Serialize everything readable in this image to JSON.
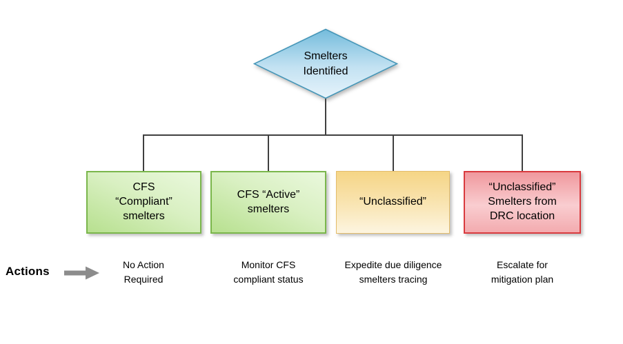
{
  "diagram": {
    "root_label": "Smelters Identified",
    "actions_label": "Actions",
    "branches": [
      {
        "id": "cfs-compliant",
        "box_label": "CFS “Compliant” smelters",
        "action": "No Action Required",
        "box_color": "#b7e08f",
        "border_color": "#7ab64b"
      },
      {
        "id": "cfs-active",
        "box_label": "CFS “Active” smelters",
        "action": "Monitor CFS compliant status",
        "box_color": "#b7e08f",
        "border_color": "#7ab64b"
      },
      {
        "id": "unclassified",
        "box_label": "“Unclassified”",
        "action": "Expedite due diligence smelters tracing",
        "box_color": "#f5d586",
        "border_color": "#e3bc6a"
      },
      {
        "id": "unclassified-drc",
        "box_label": "“Unclassified” Smelters from DRC location",
        "action": "Escalate for mitigation plan",
        "box_color": "#f0989d",
        "border_color": "#d93a3e"
      }
    ],
    "colors": {
      "root_fill_top": "#74bcdc",
      "root_fill_bottom": "#e6f3fb",
      "root_border": "#4596b8",
      "connector": "#3f3f3f",
      "arrow": "#8c8c8c",
      "text": "#000000"
    }
  }
}
